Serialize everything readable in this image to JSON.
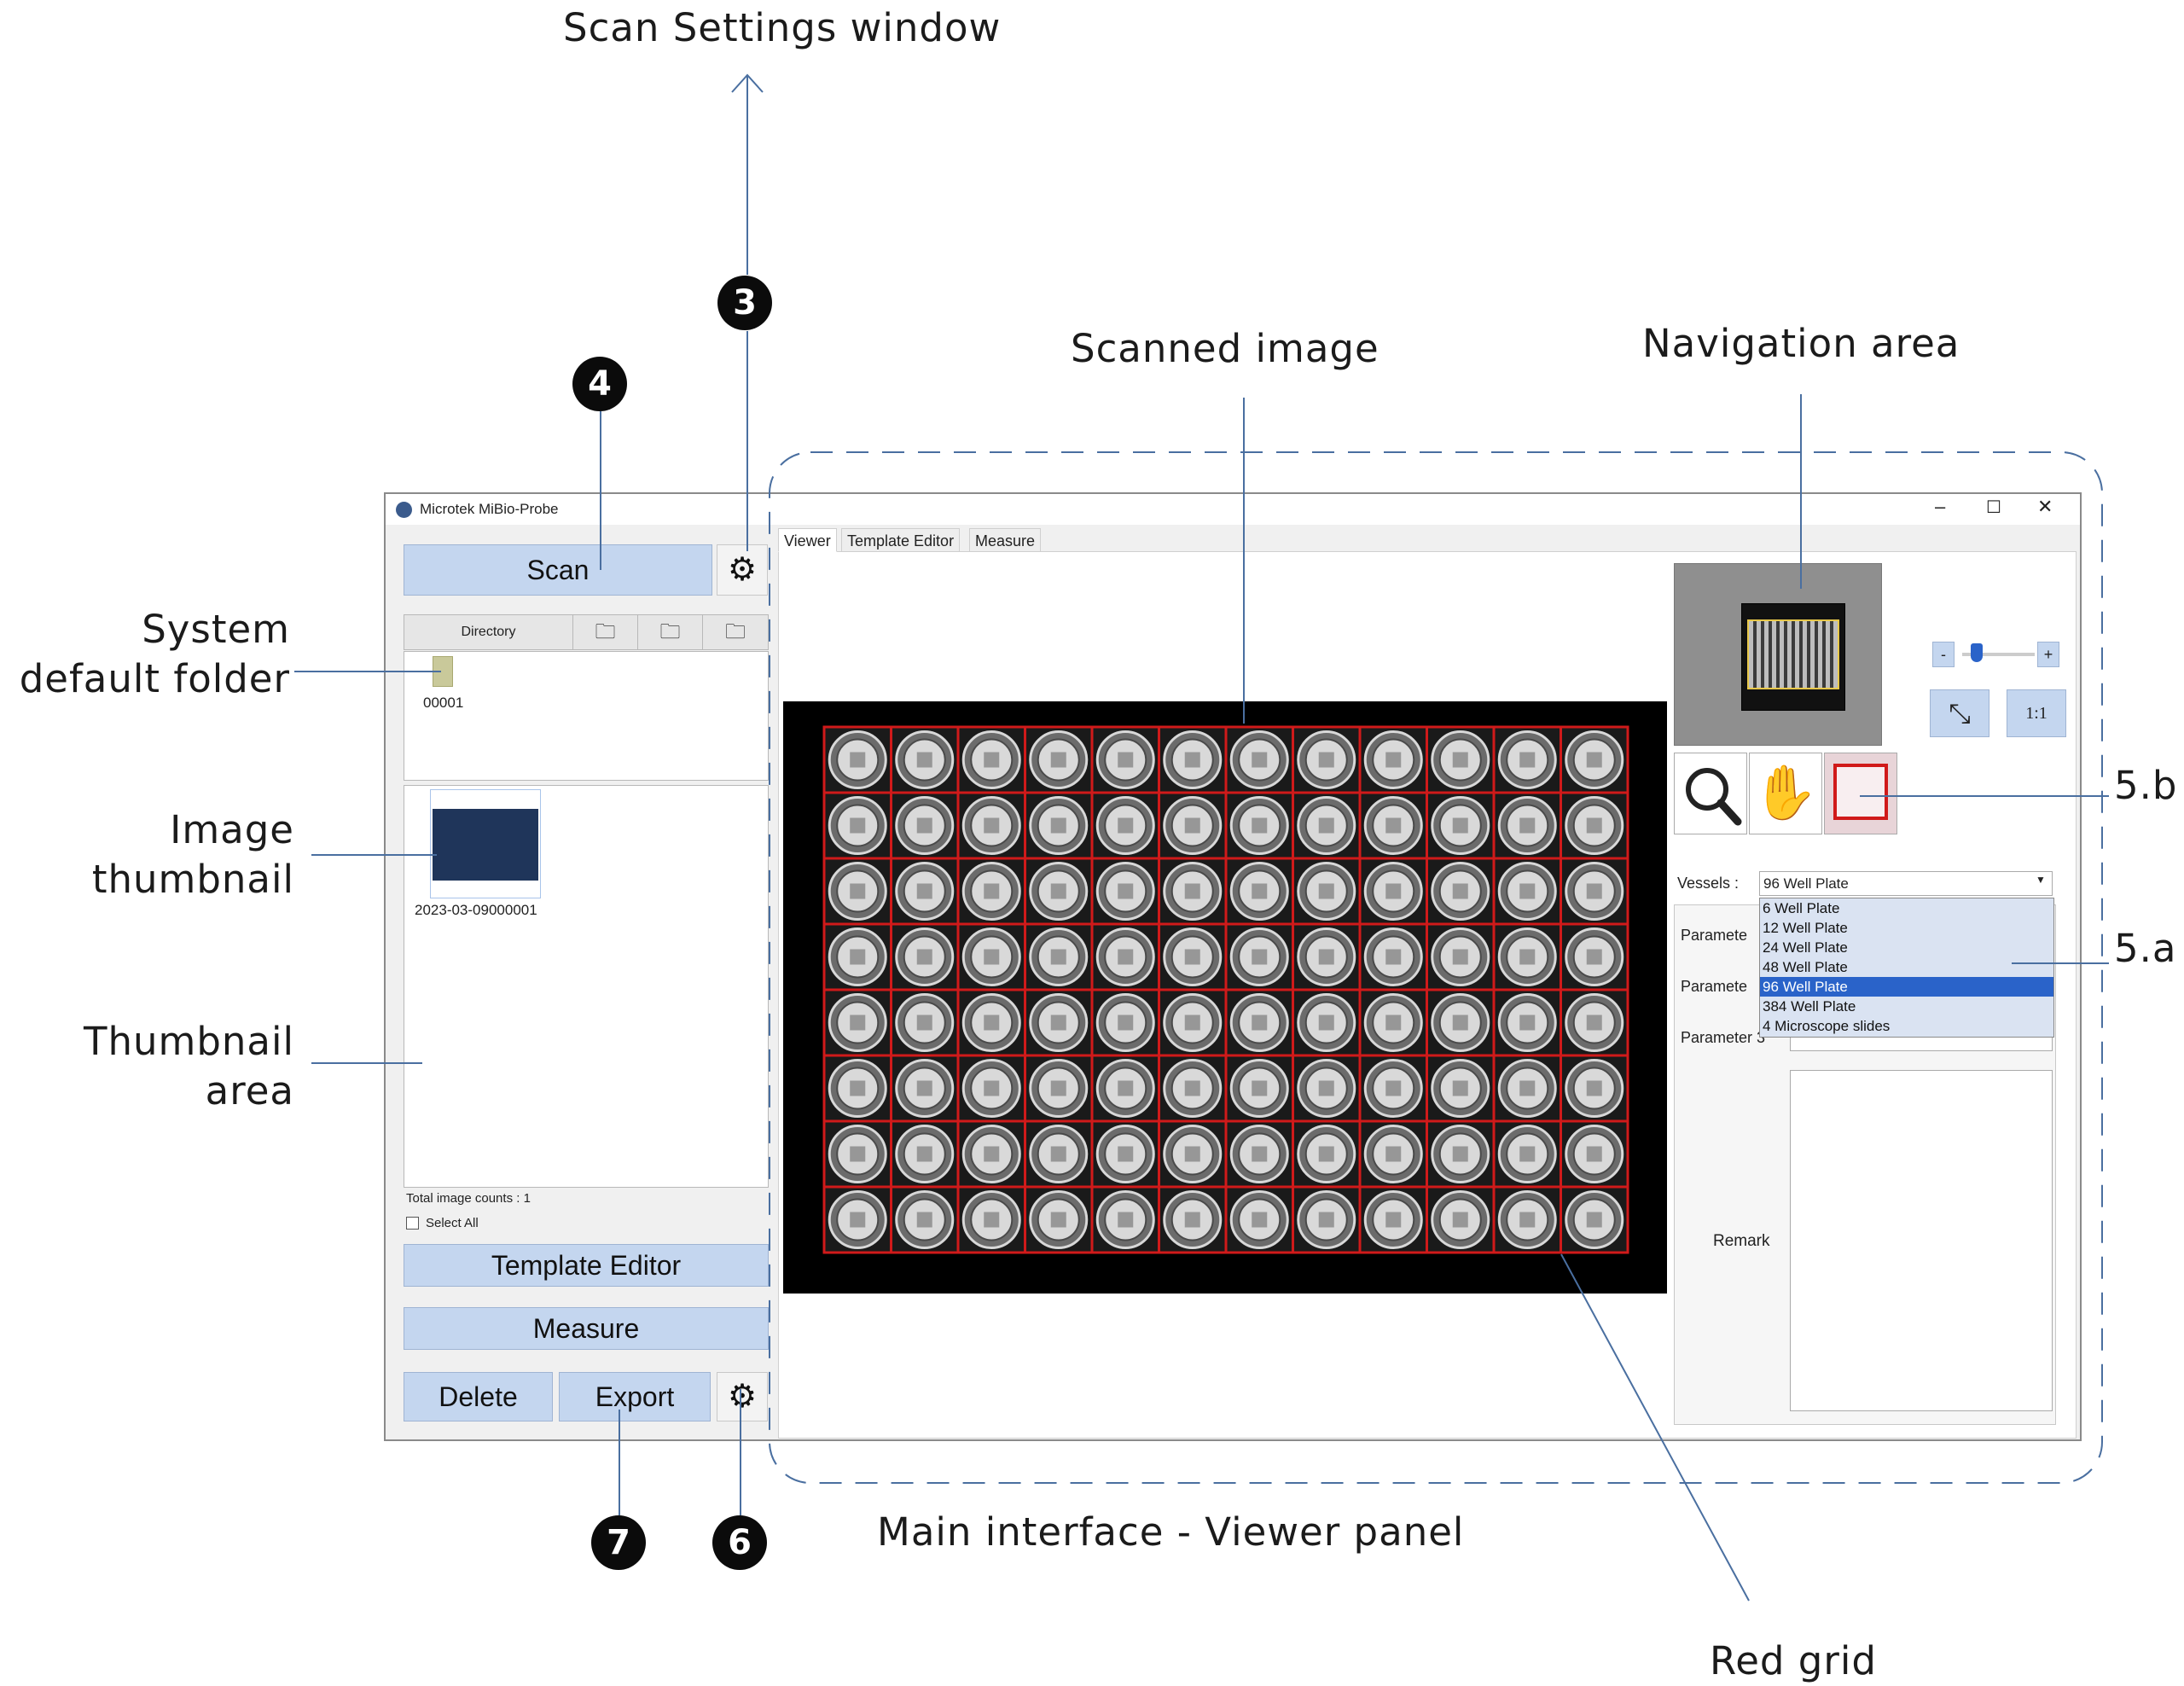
{
  "callouts": {
    "scan_settings": "Scan Settings window",
    "scanned_image": "Scanned image",
    "navigation_area": "Navigation area",
    "system_default_folder_1": "System",
    "system_default_folder_2": "default folder",
    "image_thumbnail_1": "Image",
    "image_thumbnail_2": "thumbnail",
    "thumbnail_area_1": "Thumbnail",
    "thumbnail_area_2": "area",
    "label_5b": "5.b",
    "label_5a": "5.a",
    "main_interface": "Main interface - Viewer panel",
    "red_grid": "Red grid"
  },
  "badges": {
    "b3": "3",
    "b4": "4",
    "b7": "7",
    "b6": "6"
  },
  "window": {
    "title": "Microtek MiBio-Probe",
    "minimize": "–",
    "maximize": "☐",
    "close": "✕"
  },
  "left": {
    "scan_label": "Scan",
    "directory_label": "Directory",
    "folder_name": "00001",
    "thumbnail_name": "2023-03-09000001",
    "total_counts": "Total image counts : 1",
    "select_all": "Select All",
    "template_editor_label": "Template Editor",
    "measure_label": "Measure",
    "delete_label": "Delete",
    "export_label": "Export"
  },
  "tabs": [
    "Viewer",
    "Template Editor",
    "Measure"
  ],
  "nav": {
    "minus": "-",
    "plus": "+",
    "fit": "⤡",
    "one_to_one": "1:1"
  },
  "vessels": {
    "label": "Vessels :",
    "selected": "96 Well Plate",
    "options": [
      "6 Well Plate",
      "12 Well Plate",
      "24 Well Plate",
      "48 Well Plate",
      "96 Well Plate",
      "384 Well Plate",
      "4 Microscope slides"
    ],
    "selected_index": 4
  },
  "params": {
    "p1": "Paramete",
    "p2": "Paramete",
    "p3": "Parameter 3",
    "remark": "Remark"
  },
  "plate": {
    "rows": 8,
    "cols": 12
  },
  "colors": {
    "button": "#c4d6ef",
    "grid": "#d01a1a",
    "selection": "#2a63c9"
  }
}
